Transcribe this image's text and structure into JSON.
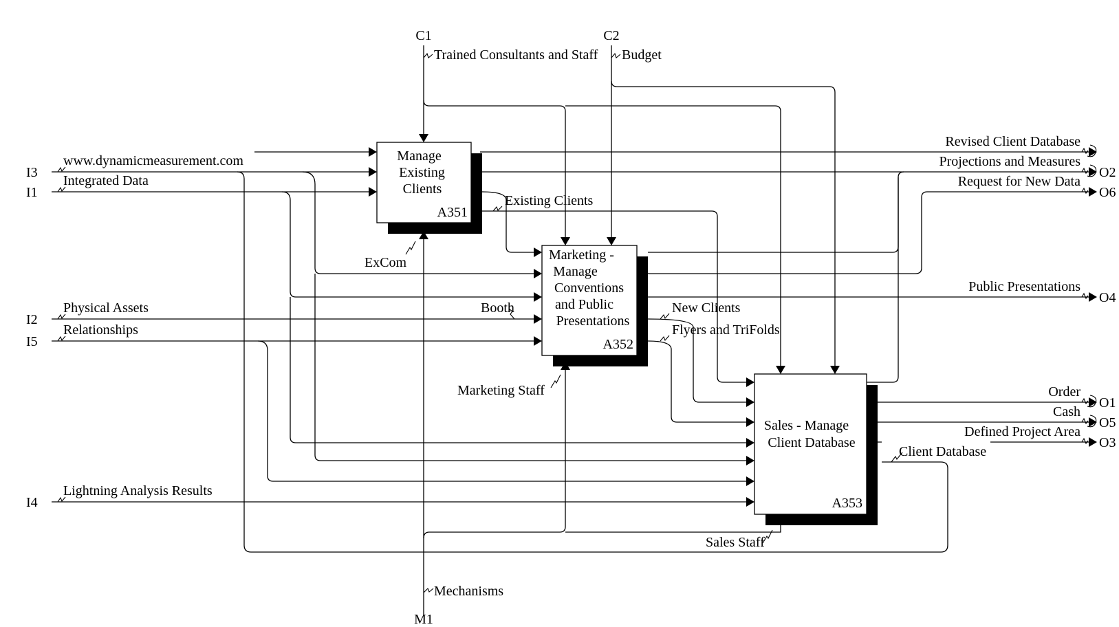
{
  "boundary": {
    "C1": "C1",
    "C2": "C2",
    "M1": "M1",
    "I1": "I1",
    "I2": "I2",
    "I3": "I3",
    "I4": "I4",
    "I5": "I5",
    "O1": "O1",
    "O2": "O2",
    "O3": "O3",
    "O4": "O4",
    "O5": "O5",
    "O6": "O6"
  },
  "activities": {
    "a351": {
      "title": [
        "Manage",
        "Existing",
        "Clients"
      ],
      "node": "A351"
    },
    "a352": {
      "title": [
        "Marketing -",
        "Manage",
        "Conventions",
        "and Public",
        "Presentations"
      ],
      "node": "A352"
    },
    "a353": {
      "title": [
        "Sales - Manage",
        "Client Database"
      ],
      "node": "A353"
    }
  },
  "labels": {
    "trained": "Trained Consultants and Staff",
    "budget": "Budget",
    "website": "www.dynamicmeasurement.com",
    "integrated": "Integrated Data",
    "physical": "Physical Assets",
    "relationships": "Relationships",
    "lightning": "Lightning Analysis Results",
    "excom": "ExCom",
    "existing_clients": "Existing Clients",
    "booth": "Booth",
    "new_clients": "New Clients",
    "flyers": "Flyers and TriFolds",
    "marketing_staff": "Marketing Staff",
    "sales_staff": "Sales Staff",
    "mechanisms": "Mechanisms",
    "client_database": "Client Database",
    "revised": "Revised Client Database",
    "projections": "Projections and Measures",
    "request": "Request for New Data",
    "public": "Public Presentations",
    "order": "Order",
    "cash": "Cash",
    "defined": "Defined Project Area"
  }
}
